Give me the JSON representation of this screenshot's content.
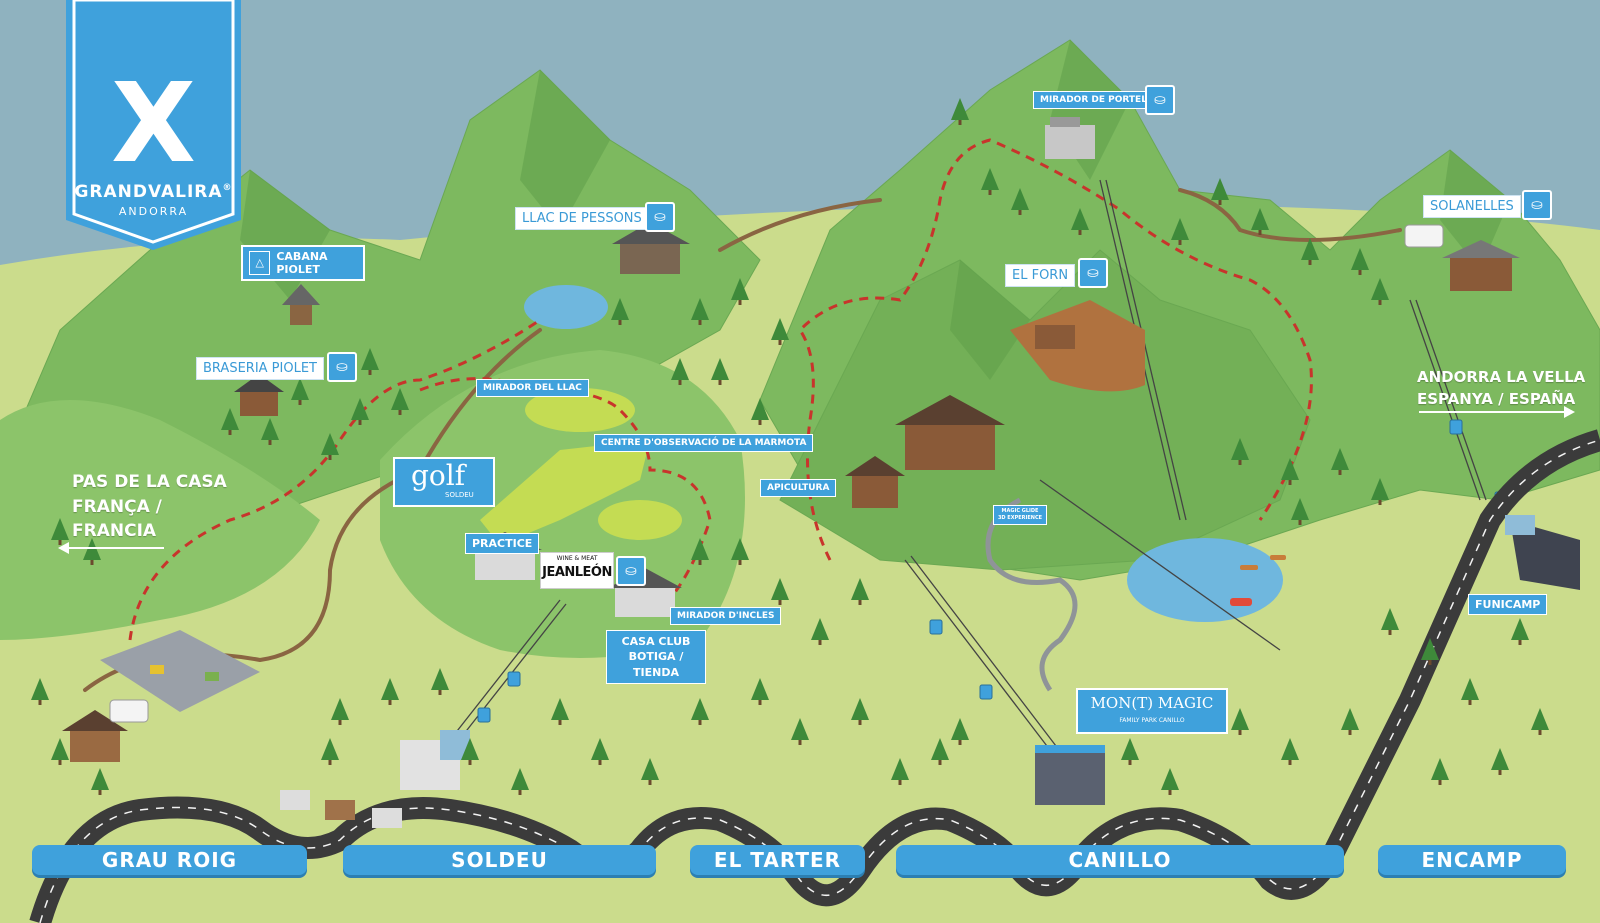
{
  "brand": {
    "name": "GRANDVALIRA",
    "registered": "®",
    "region": "ANDORRA",
    "mark": "X",
    "color": "#3fa1dc"
  },
  "colors": {
    "sky": "#8fb2bf",
    "meadow": "#cbdc8c",
    "mountain": "#7db95f",
    "mountain_dark": "#5f9e48",
    "accent": "#3fa1dc",
    "route": "#c8342c",
    "road": "#3b3b3b"
  },
  "places": {
    "llac_de_pessons": "LLAC DE PESSONS",
    "cabana_piolet": "CABANA PIOLET",
    "braseria_piolet": "BRASERIA PIOLET",
    "mirador_de_portella": "MIRADOR DE PORTELLA",
    "solanelles": "SOLANELLES",
    "el_forn": "EL FORN",
    "mirador_del_llac": "MIRADOR DEL LLAC",
    "centre_observacio": "CENTRE D'OBSERVACIÓ DE LA MARMOTA",
    "apicultura": "APICULTURA",
    "practice": "PRACTICE",
    "mirador_dincles": "MIRADOR D'INCLES",
    "casa_club_line1": "CASA CLUB",
    "casa_club_line2": "BOTIGA / TIENDA",
    "funicamp": "FUNICAMP",
    "magic_glide_line1": "MAGIC GLIDE",
    "magic_glide_line2": "3D EXPERIENCE"
  },
  "logos": {
    "golf": "golf",
    "golf_sub": "SOLDEU",
    "jeanleon_top": "WINE & MEAT",
    "jeanleon": "JEANLEÓN",
    "montmagic": "MON(T) MAGIC",
    "montmagic_sub": "FAMILY PARK CANILLO"
  },
  "directions": {
    "west_line1": "PAS DE LA CASA",
    "west_line2": "FRANÇA /",
    "west_line3": "FRANCIA",
    "east_line1": "ANDORRA LA VELLA",
    "east_line2": "ESPANYA / ESPAÑA"
  },
  "villages": [
    "GRAU ROIG",
    "SOLDEU",
    "EL TARTER",
    "CANILLO",
    "ENCAMP"
  ],
  "icons": {
    "restaurant": "restaurant-icon",
    "arrow_left": "arrow-left-icon",
    "arrow_right": "arrow-right-icon"
  }
}
